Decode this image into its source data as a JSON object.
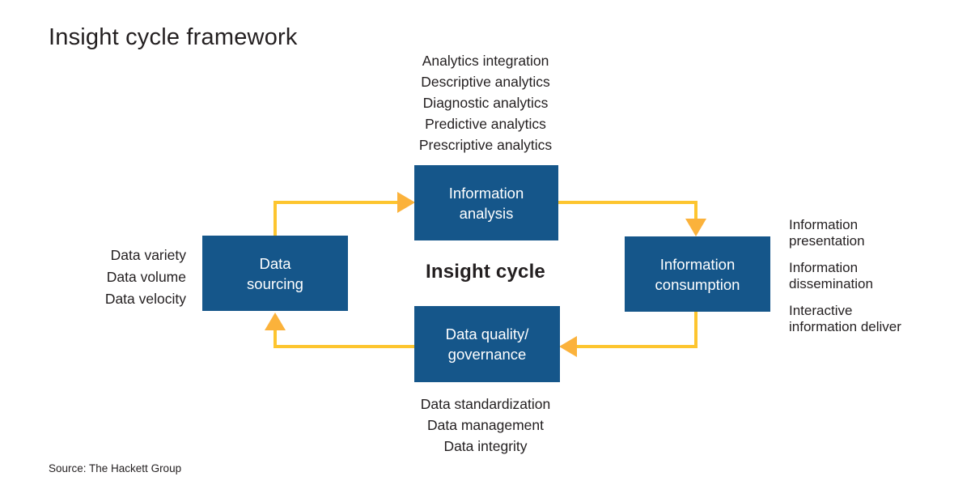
{
  "title": "Insight cycle framework",
  "center_label": "Insight cycle",
  "source": "Source: The Hackett Group",
  "colors": {
    "box": "#15568A",
    "arrow": "#FDC52F",
    "arrowhead": "#FBB23B",
    "text": "#231F20"
  },
  "nodes": {
    "information_analysis": {
      "label": "Information\nanalysis"
    },
    "data_sourcing": {
      "label": "Data\nsourcing"
    },
    "information_consumption": {
      "label": "Information\nconsumption"
    },
    "data_quality": {
      "label": "Data quality/\ngovernance"
    }
  },
  "lists": {
    "analysis_items": [
      "Analytics integration",
      "Descriptive analytics",
      "Diagnostic analytics",
      "Predictive analytics",
      "Prescriptive analytics"
    ],
    "sourcing_items": [
      "Data variety",
      "Data volume",
      "Data velocity"
    ],
    "consumption_items": [
      "Information\npresentation",
      "Information\ndissemination",
      "Interactive\ninformation deliver"
    ],
    "quality_items": [
      "Data standardization",
      "Data management",
      "Data integrity"
    ]
  }
}
